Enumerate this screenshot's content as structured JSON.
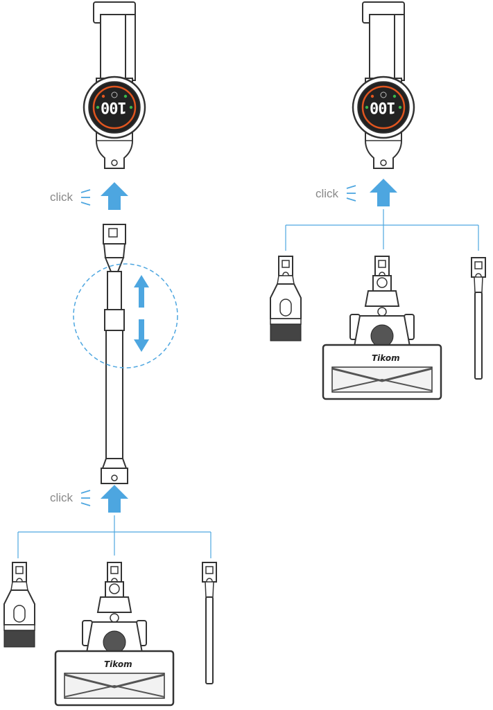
{
  "labels": {
    "click": "click"
  },
  "display": {
    "reading": "100"
  },
  "brand": {
    "name": "Tikom"
  },
  "colors": {
    "accent": "#4da6e0",
    "line": "#3a3a3a",
    "ring": "#e0551f",
    "screen": "#1a1a1a"
  },
  "icons": [
    "arrow-up-icon",
    "arrow-down-icon",
    "click-sound-icon"
  ]
}
